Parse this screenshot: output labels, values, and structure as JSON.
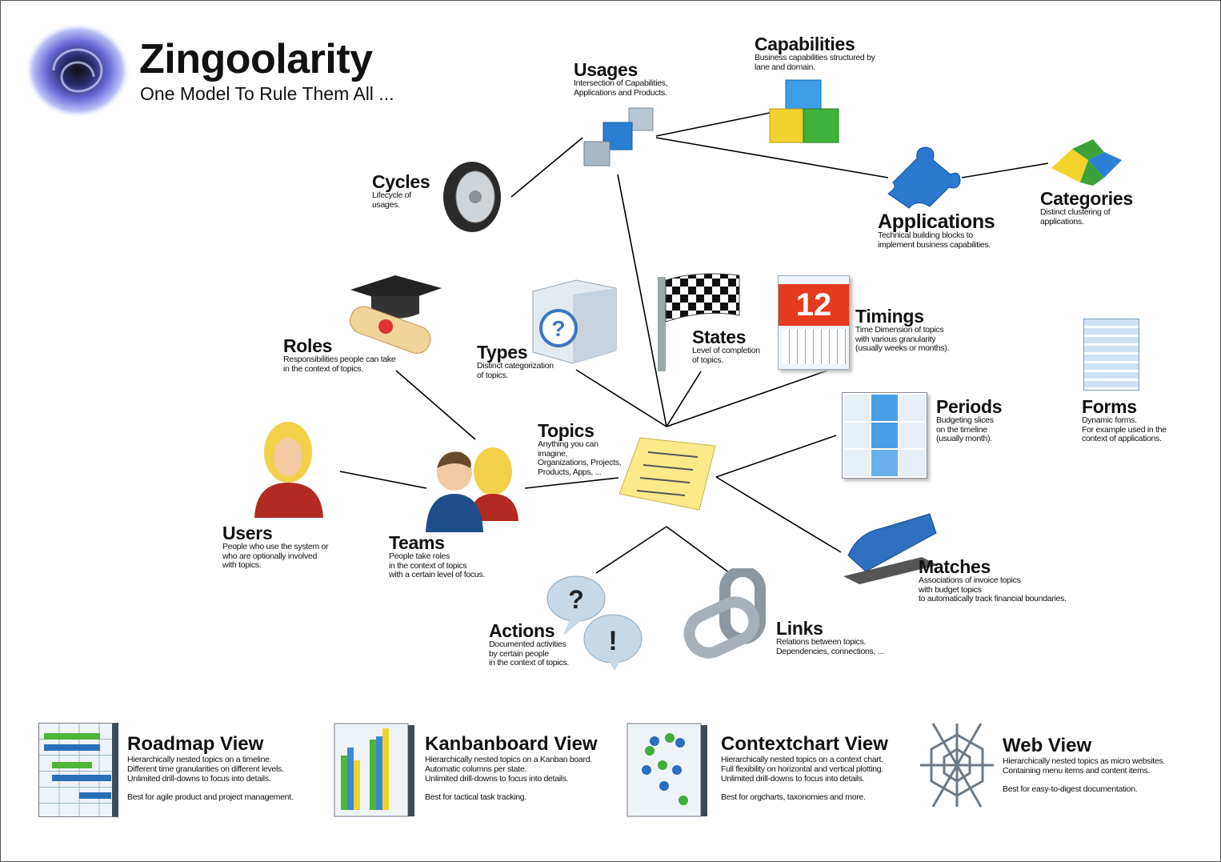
{
  "brand": {
    "title": "Zingoolarity",
    "subtitle": "One Model To Rule Them All ..."
  },
  "nodes": {
    "usages": {
      "title": "Usages",
      "desc": [
        "Intersection of Capabilities,",
        "Applications and Products."
      ]
    },
    "capabilities": {
      "title": "Capabilities",
      "desc": [
        "Business capabilities structured by",
        "lane and domain."
      ]
    },
    "cycles": {
      "title": "Cycles",
      "desc": [
        "Lifecycle of",
        "usages."
      ]
    },
    "applications": {
      "title": "Applications",
      "desc": [
        "Technical building blocks to",
        "implement business capabilities."
      ]
    },
    "categories": {
      "title": "Categories",
      "desc": [
        "Distinct clustering of",
        "applications."
      ]
    },
    "roles": {
      "title": "Roles",
      "desc": [
        "Responsibilities people can take",
        "in the context of topics."
      ]
    },
    "types": {
      "title": "Types",
      "desc": [
        "Distinct categorization",
        "of topics."
      ]
    },
    "states": {
      "title": "States",
      "desc": [
        "Level of completion",
        "of topics."
      ]
    },
    "timings": {
      "title": "Timings",
      "desc": [
        "Time Dimension of topics",
        "with various granularity",
        "(usually weeks or months)."
      ]
    },
    "periods": {
      "title": "Periods",
      "desc": [
        "Budgeting slices",
        "on the timeline",
        "(usually month)."
      ]
    },
    "forms": {
      "title": "Forms",
      "desc": [
        "Dynamic forms.",
        "For example used in the",
        "context of applications."
      ]
    },
    "topics": {
      "title": "Topics",
      "desc": [
        "Anything you can",
        "imagine.",
        "Organizations, Projects,",
        "Products, Apps, ..."
      ]
    },
    "users": {
      "title": "Users",
      "desc": [
        "People who use the system or",
        "who are optionally involved",
        "with topics."
      ]
    },
    "teams": {
      "title": "Teams",
      "desc": [
        "People take roles",
        "in the context of topics",
        "with a certain level of focus."
      ]
    },
    "matches": {
      "title": "Matches",
      "desc": [
        "Associations of invoice topics",
        "with budget topics",
        "to automatically track financial boundaries."
      ]
    },
    "actions": {
      "title": "Actions",
      "desc": [
        "Documented activities",
        "by certain people",
        "in the context of topics."
      ]
    },
    "links": {
      "title": "Links",
      "desc": [
        "Relations between topics.",
        "Dependencies, connections, ..."
      ]
    }
  },
  "calendar_day": "12",
  "views": [
    {
      "title": "Roadmap View",
      "desc": [
        "Hierarchically nested topics on a timeline.",
        "Different time granularities on different levels.",
        "Unlimited drill-downs to focus into details."
      ],
      "best": "Best for agile product and project management."
    },
    {
      "title": "Kanbanboard View",
      "desc": [
        "Hierarchically nested topics on a Kanban board.",
        "Automatic columns per state.",
        "Unlimited drill-downs to focus into details."
      ],
      "best": "Best for tactical task tracking."
    },
    {
      "title": "Contextchart View",
      "desc": [
        "Hierarchically nested topics on a context chart.",
        "Full flexibility on horizontal and vertical plotting.",
        "Unlimited drill-downs to focus into details."
      ],
      "best": "Best for orgcharts, taxonomies and more."
    },
    {
      "title": "Web View",
      "desc": [
        "Hierarchically nested topics as micro websites.",
        "Containing menu items and content items."
      ],
      "best": "Best for easy-to-digest documentation."
    }
  ]
}
